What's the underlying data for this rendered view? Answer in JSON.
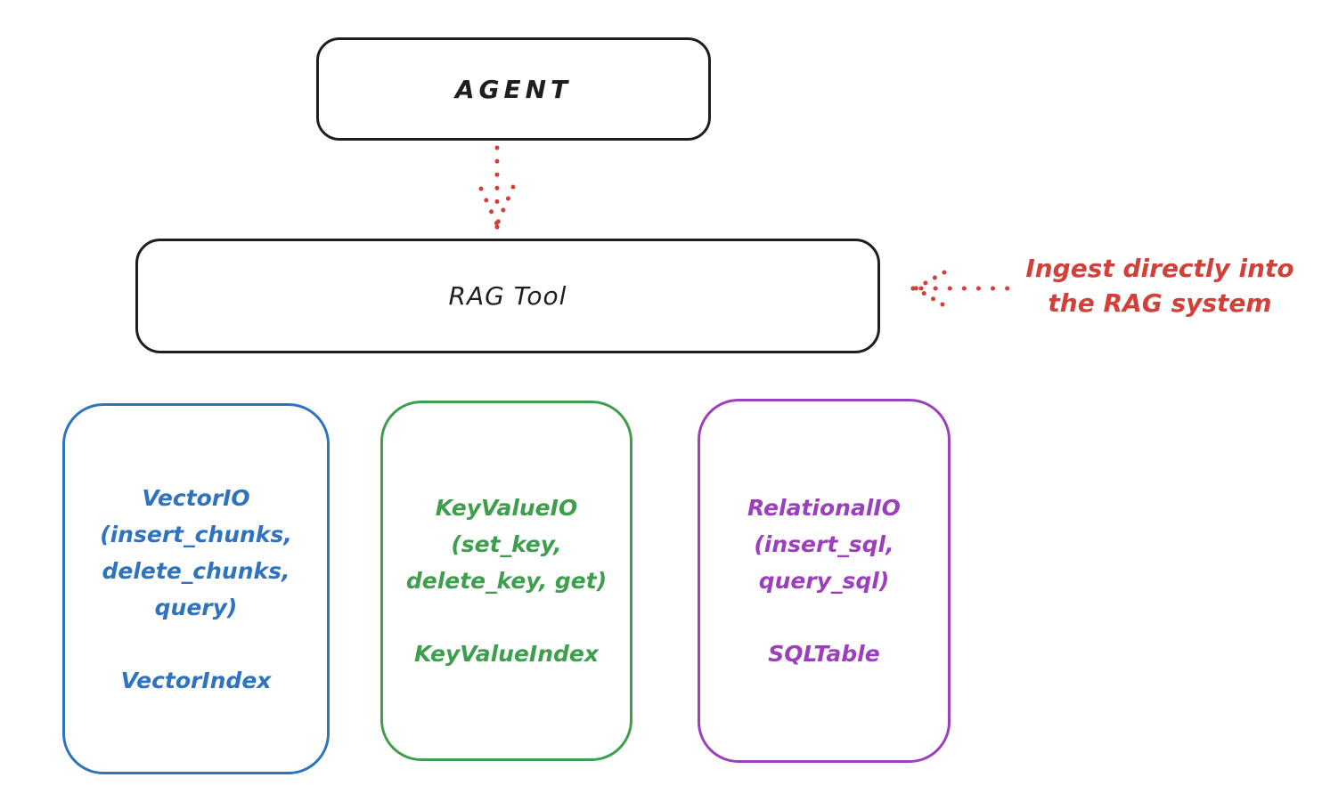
{
  "colors": {
    "ink": "#1e1e1e",
    "red": "#d2403a",
    "blue": "#2f72bd",
    "green": "#3f9e4d",
    "purple": "#9b3fbd",
    "background": "#ffffff"
  },
  "agent_box": {
    "label": "AGENT"
  },
  "rag_tool_box": {
    "label": "RAG Tool"
  },
  "ingest_annotation": {
    "line1": "Ingest directly into",
    "line2": "the RAG system"
  },
  "arrows": [
    {
      "name": "agent-to-rag-arrow",
      "style": "dotted",
      "color": "#d2403a",
      "direction": "down"
    },
    {
      "name": "ingest-annotation-arrow",
      "style": "dotted",
      "color": "#d2403a",
      "direction": "left"
    }
  ],
  "backends": [
    {
      "name": "vector-io",
      "color": "#2f72bd",
      "lines": [
        "VectorIO",
        "(insert_chunks,",
        "delete_chunks,",
        "query)"
      ],
      "index": "VectorIndex"
    },
    {
      "name": "keyvalue-io",
      "color": "#3f9e4d",
      "lines": [
        "KeyValueIO",
        "(set_key,",
        "delete_key, get)"
      ],
      "index": "KeyValueIndex"
    },
    {
      "name": "relational-io",
      "color": "#9b3fbd",
      "lines": [
        "RelationalIO",
        "(insert_sql,",
        "query_sql)"
      ],
      "index": "SQLTable"
    }
  ]
}
